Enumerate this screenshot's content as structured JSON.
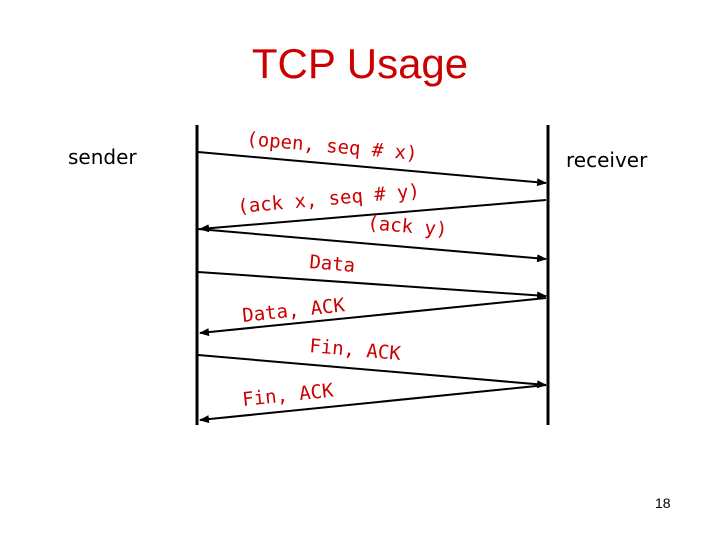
{
  "title": "TCP Usage",
  "sender_label": "sender",
  "receiver_label": "receiver",
  "page_number": "18",
  "colors": {
    "title": "#cc0000",
    "message_text": "#cc0000",
    "lines": "#000000"
  },
  "messages": [
    {
      "label": "(open, seq # x)",
      "direction": "sender-to-receiver"
    },
    {
      "label": "(ack x, seq # y)",
      "direction": "receiver-to-sender"
    },
    {
      "label": "(ack y)",
      "direction": "sender-to-receiver"
    },
    {
      "label": "Data",
      "direction": "sender-to-receiver"
    },
    {
      "label": "Data, ACK",
      "direction": "receiver-to-sender"
    },
    {
      "label": "Fin, ACK",
      "direction": "sender-to-receiver"
    },
    {
      "label": "Fin, ACK",
      "direction": "receiver-to-sender"
    }
  ]
}
